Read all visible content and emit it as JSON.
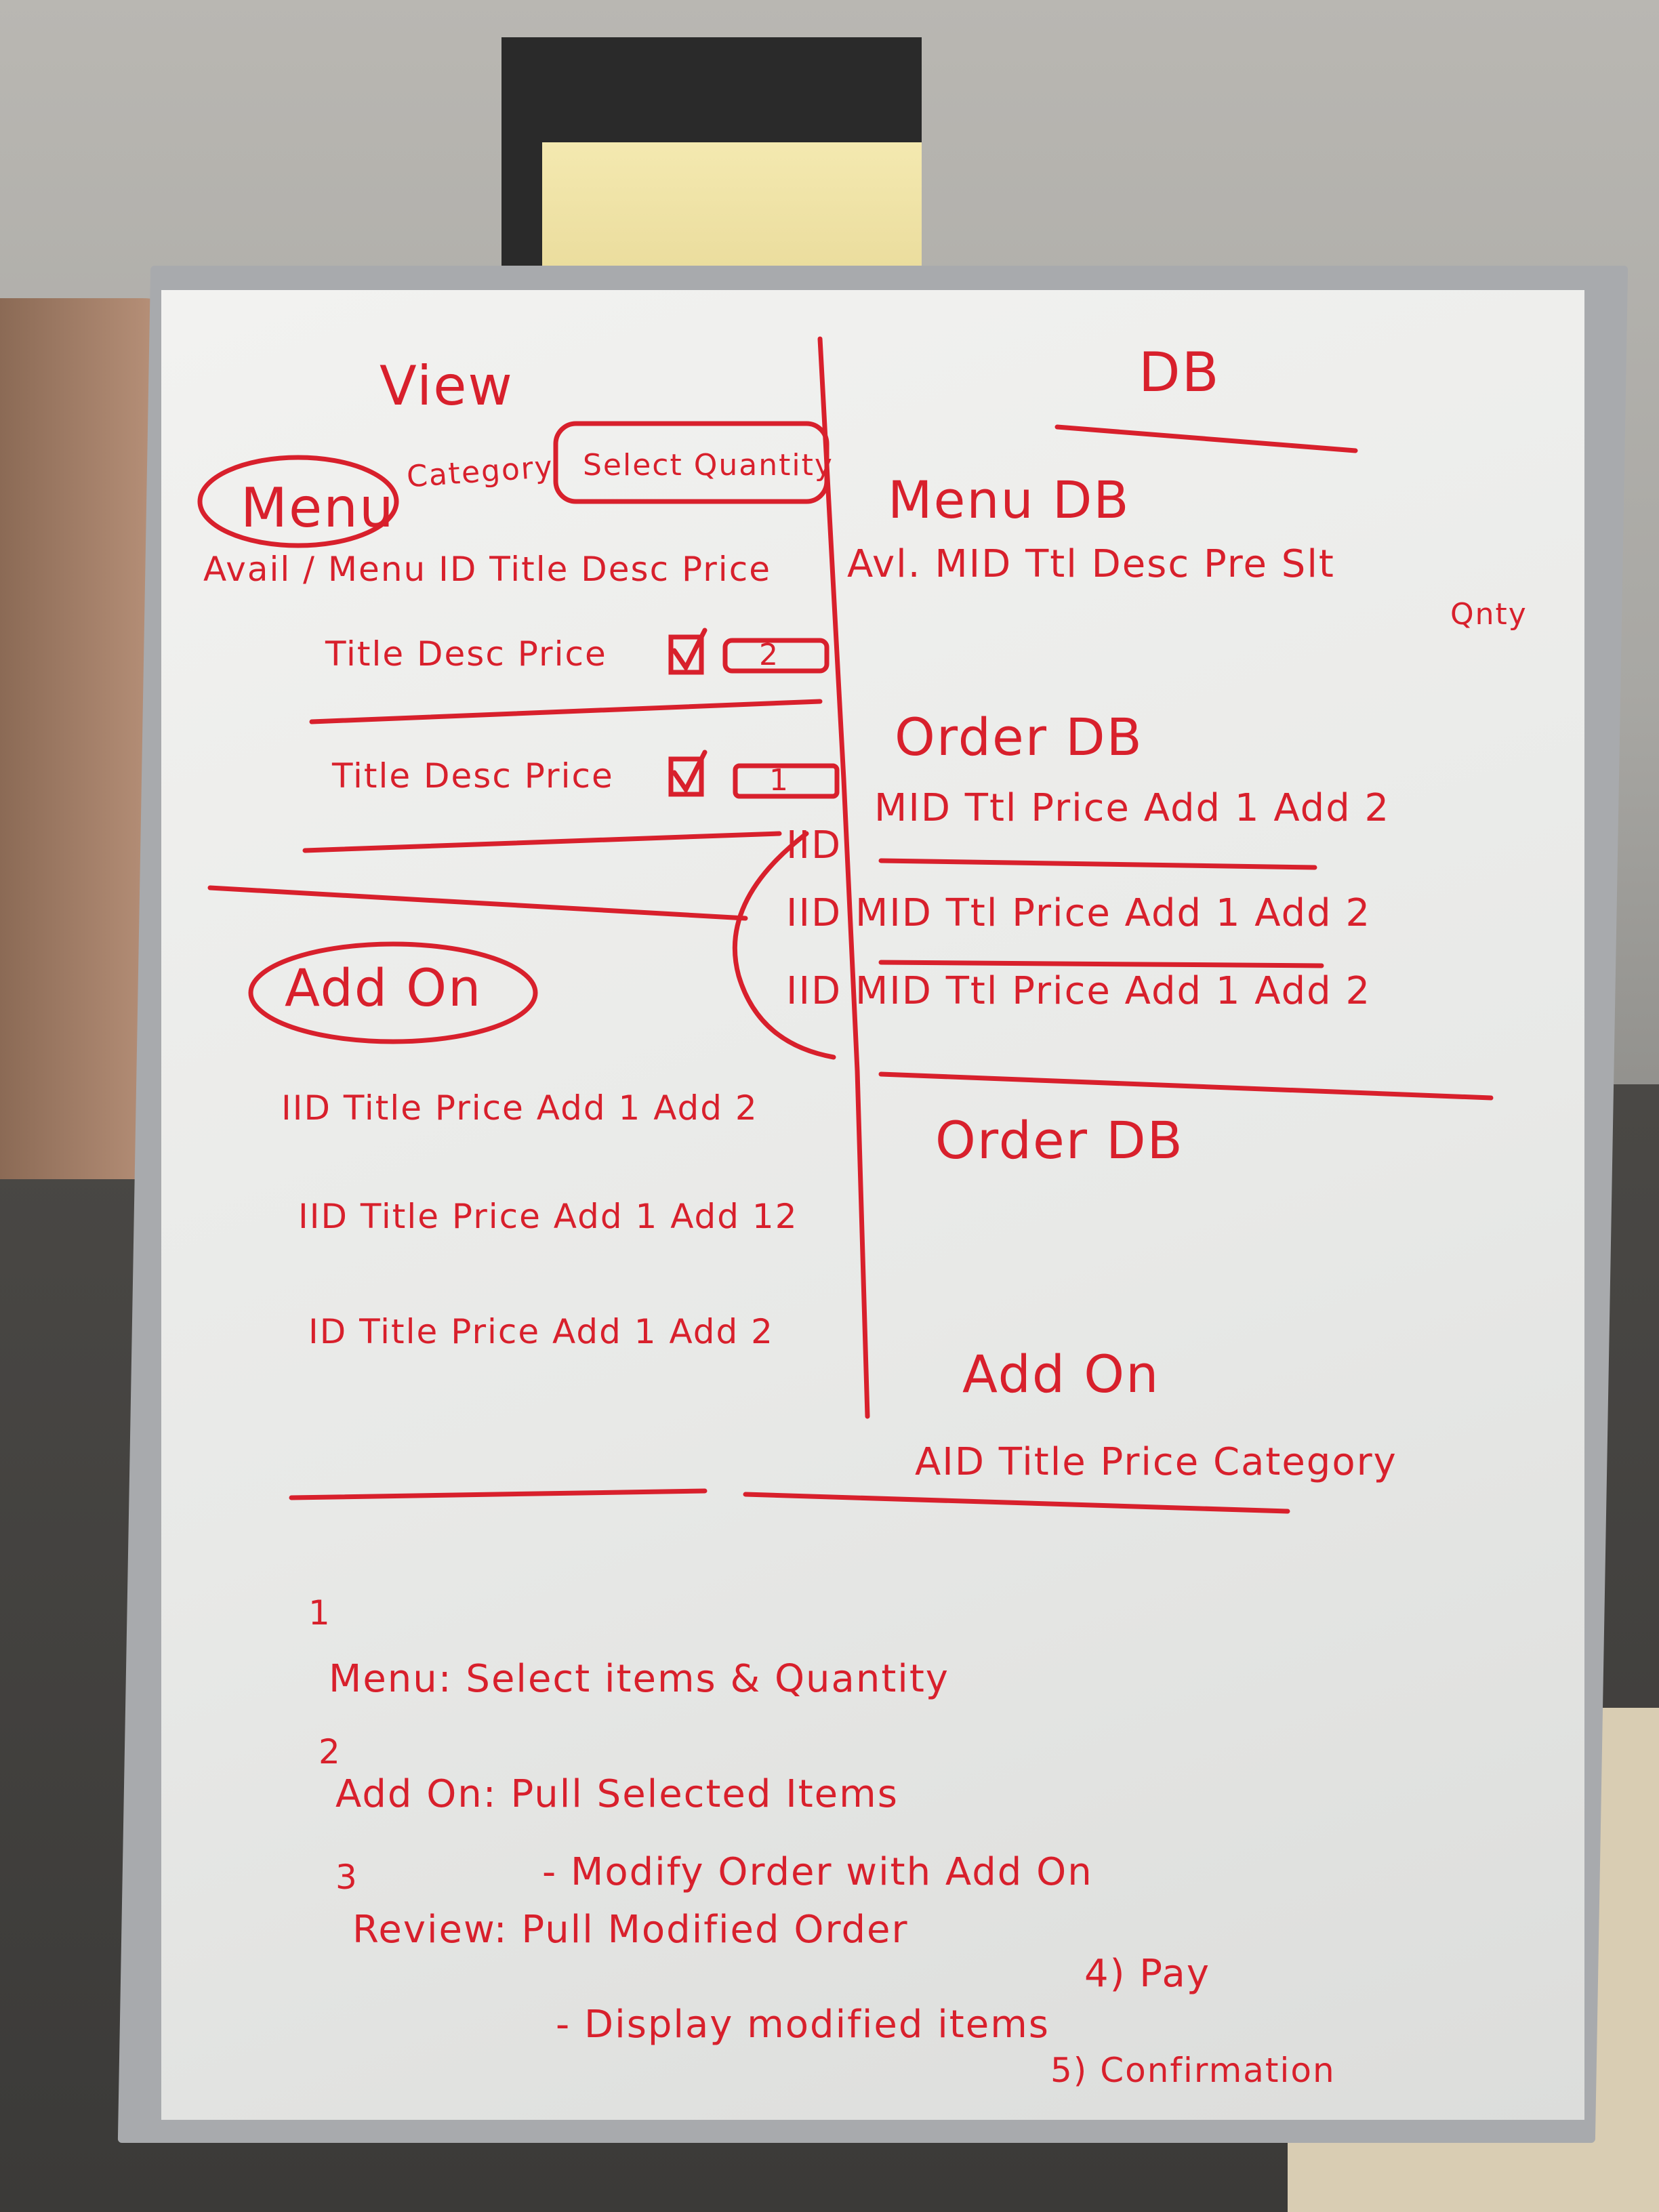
{
  "whiteboard": {
    "view": {
      "heading": "View",
      "menu_label": "Menu",
      "category_note": "Category",
      "select_qty_note": "Select Quantity",
      "header_row": "Avail / Menu ID Title Desc Price",
      "row1": "Title Desc Price",
      "row1_qty": "2",
      "row2": "Title Desc Price",
      "row2_qty": "1",
      "addon_label": "Add On",
      "addon_rows": [
        "IID Title Price Add 1 Add 2",
        "IID Title Price Add 1 Add 12",
        "ID Title Price Add 1 Add 2"
      ]
    },
    "db": {
      "heading": "DB",
      "menu_db": {
        "title": "Menu DB",
        "fields": "Avl. MID Ttl Desc Pre Slt",
        "fields_extra": "Qnty"
      },
      "order_db_1": {
        "title": "Order DB",
        "fields": "MID Ttl Price Add 1 Add 2",
        "iid_label": "IID",
        "rows": [
          "IID MID Ttl Price Add 1 Add 2",
          "IID MID Ttl Price Add 1 Add 2"
        ]
      },
      "order_db_2": {
        "title": "Order DB"
      },
      "addon_db": {
        "title": "Add On",
        "fields": "AID Title Price Category"
      }
    },
    "steps": {
      "s1_num": "1",
      "s1": "Menu: Select items & Quantity",
      "s2_num": "2",
      "s2": "Add On: Pull Selected Items",
      "s2b": "- Modify Order with Add On",
      "s3_num": "3",
      "s3": "Review: Pull Modified Order",
      "s3b": "- Display modified items",
      "s4": "4) Pay",
      "s5": "5) Confirmation"
    }
  }
}
